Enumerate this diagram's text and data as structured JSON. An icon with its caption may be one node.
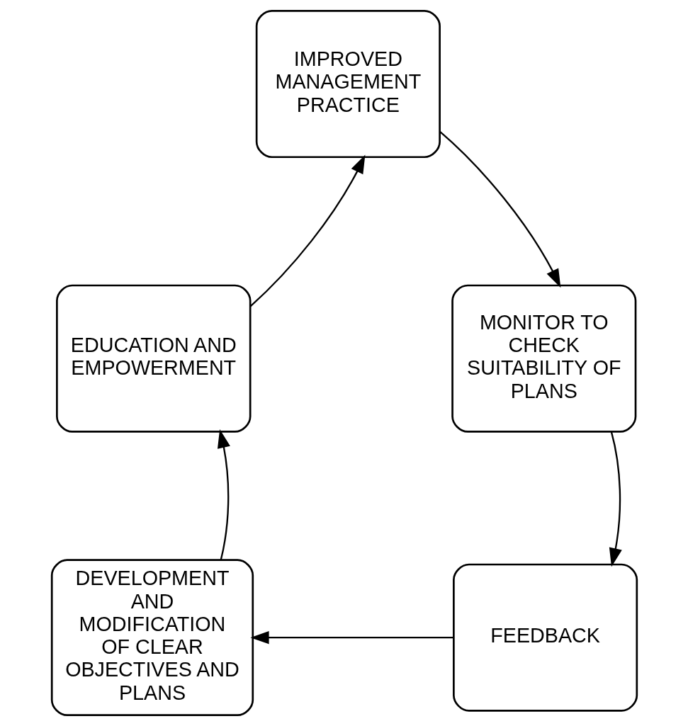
{
  "diagram": {
    "nodes": [
      {
        "text": [
          "IMPROVED MANAGEMENT PRACTICE"
        ]
      },
      {
        "text": [
          "EDUCATION AND EMPOWERMENT"
        ]
      },
      {
        "text": [
          "MONITOR TO CHECK SUITABILITY OF PLANS"
        ]
      },
      {
        "text": [
          "DEVELOPMENT AND MODIFICATION OF CLEAR OBJECTIVES AND PLANS"
        ]
      },
      {
        "text": [
          "FEEDBACK"
        ]
      }
    ],
    "edges": [
      {
        "from": 0,
        "to": 2,
        "arrow": "to"
      },
      {
        "from": 2,
        "to": 4,
        "arrow": "to"
      },
      {
        "from": 4,
        "to": 3,
        "arrow": "to"
      },
      {
        "from": 3,
        "to": 1,
        "arrow": "to"
      },
      {
        "from": 1,
        "to": 0,
        "arrow": "to"
      }
    ]
  }
}
